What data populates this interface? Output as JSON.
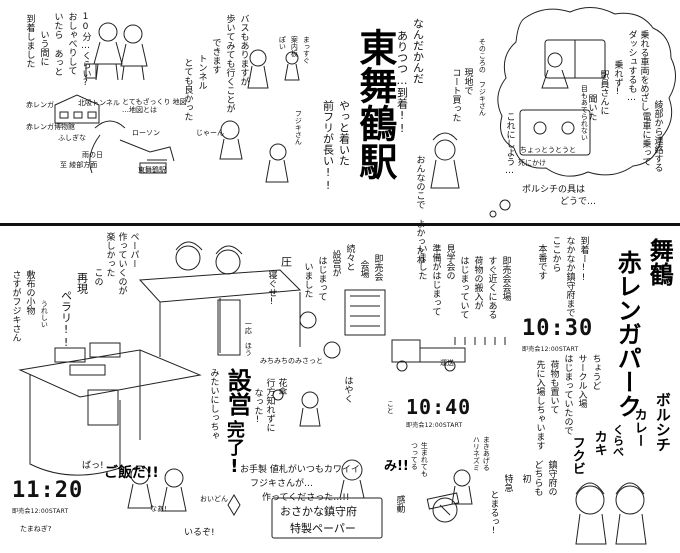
{
  "top": {
    "station_name": "東舞鶴駅",
    "headline_a": "なんだかんだ",
    "headline_b": "ありつつ…到着!!",
    "arrived_a": "やっと着いた",
    "arrived_b": "前フリが長い!!",
    "outfit_a": "現地で",
    "outfit_b": "コート買った",
    "kongou": "そのころの フジキさん",
    "lucky_a": "これにしよう…",
    "lucky_b": "おんなのこで よかったね",
    "train_a": "乗れる車両をめざし",
    "train_b": "ダッシュするも…",
    "train_c": "乗れず!",
    "train_d": "目もあてられない",
    "train_e": "駅員さんに",
    "train_f": "聞いた",
    "wait_a": "綾部から連絡する",
    "wait_b": "電車に乗って",
    "dead_a": "死にかけ",
    "dead_b": "ポルシチの具は",
    "dead_c": "どうで…",
    "sleep_a": "ちょっとうとうと",
    "left_a": "10分…くらい?",
    "left_b": "おしゃべりして",
    "left_c": "いたら あっと",
    "left_d": "いう間に",
    "left_e": "到着しました",
    "bus_a": "バスもありますが",
    "bus_b": "歩いてみても行くことが",
    "bus_c": "できます",
    "bus_d": "トンネル",
    "bus_e": "とても良かった",
    "guide_a": "まっすぐ",
    "guide_b": "案内板",
    "guide_c": "ぽい",
    "kongou2": "フジキさん",
    "map_label_a": "赤レンガ",
    "map_label_b": "ふしぎな",
    "map_label_c": "北吸トンネル",
    "map_label_d": "ローソン",
    "map_label_e": "雨の日",
    "map_label_f": "至 綾部方面",
    "map_label_g": "東舞鶴駅",
    "map_label_h": "とてもざっくり 地図 …地図とは",
    "map_label_i": "赤レンガ博物館",
    "jya": "じゃーん"
  },
  "bottom": {
    "venue_a": "舞鶴",
    "venue_b": "赤レンガパーク",
    "arrive_a": "到着ー!!",
    "arrive_b": "なかなか鎮守府まで",
    "arrive_c": "ここから",
    "arrive_d": "本番です",
    "time_1": "10:30",
    "time_1_sub": "即売会12:00START",
    "time_2": "10:40",
    "time_2_sub": "即売会12:00START",
    "time_3": "11:20",
    "time_3_sub": "即売会12:00START",
    "circle_a": "ちょうど",
    "circle_b": "サークル入場",
    "circle_c": "はじまっていたので",
    "circle_d": "荷物も置いて",
    "circle_e": "先に入場しちゃいます",
    "borscht_a": "ボルシチ",
    "borscht_b": "カレー",
    "borscht_c": "くらべ",
    "borscht_d": "カキ",
    "borscht_e": "フクビ",
    "hall_a": "即売会",
    "hall_b": "会場",
    "hall_c": "即売会会場",
    "hall_d": "すぐ近くにある",
    "hall_e": "荷物の搬入が",
    "hall_f": "はじまっていて",
    "hall_g": "見学会の",
    "hall_h": "準備がはじまって",
    "hall_i": "いました",
    "truck": "運送",
    "bag_a": "続々と",
    "bag_b": "設営が",
    "bag_c": "はじまって",
    "bag_d": "いました",
    "pain_a": "圧",
    "pain_b": "寝ぐせ!",
    "pain_c": "みちみちのみさっと",
    "paper_a": "ペーパー",
    "paper_b": "作っていくのが",
    "paper_c": "楽しかった",
    "paper_d": "一応 ほう",
    "news_a": "この",
    "news_b": "再現",
    "news_c": "ペラリ!!",
    "news_d": "うれしい",
    "shop_a": "敷布の小物",
    "shop_b": "さすがフジキさん",
    "done_a": "設営",
    "done_b": "完了!",
    "done_c": "みたいにしっちゃ",
    "flower_a": "花傘",
    "flower_b": "行方知れずに",
    "flower_c": "なった!",
    "hayaku": "はやく",
    "koto": "こと",
    "cute_a": "お手製 値札がいつもカワイイ",
    "cute_b": "フジキさんが…",
    "cute_c": "作ってくださった…!!",
    "mi": "み!!",
    "sign_a": "おさかな鎮守府",
    "sign_b": "特製ペーパー",
    "kandou": "感動",
    "gone_a": "ばっ!",
    "gone_b": "ご飯だ!!",
    "gone_c": "いるぞ!",
    "gone_d": "たまねぎ?",
    "ondo": "おいどん",
    "mou": "なあ!",
    "neko_a": "まきあげる",
    "neko_b": "ハリネズミ",
    "sub_a": "生まれても",
    "sub_b": "つってる",
    "bento_a": "特急",
    "bento_b": "とまるっ!",
    "bento_c": "初",
    "ring_a": "鎮守府の",
    "ring_b": "どちらも"
  }
}
